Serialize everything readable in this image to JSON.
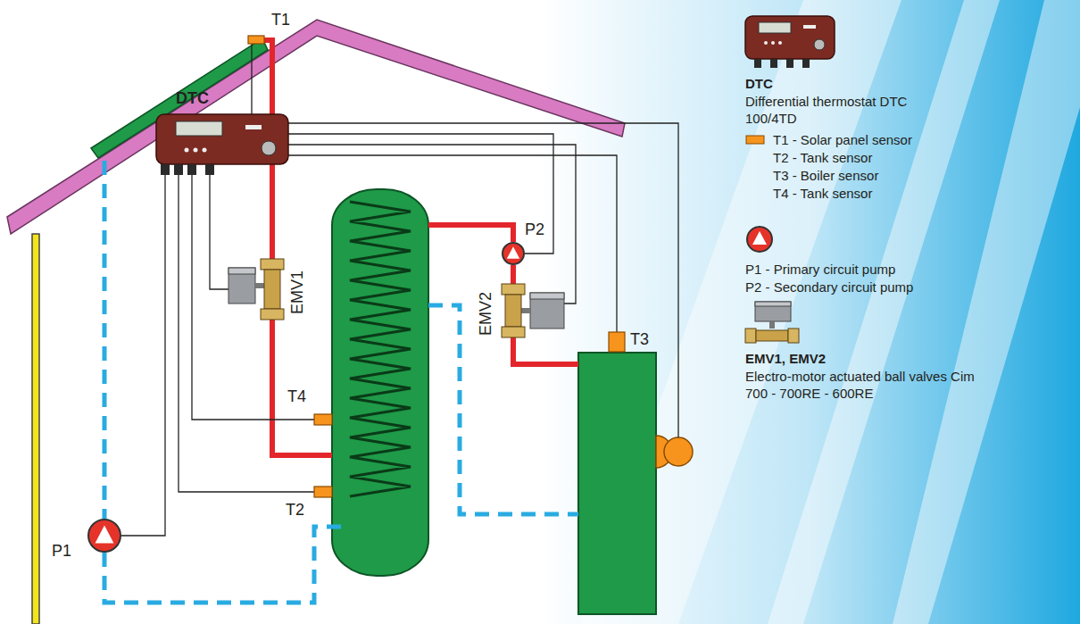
{
  "diagram": {
    "nodes": [
      {
        "text": [
          "DTC"
        ]
      },
      {
        "text": [
          "T1"
        ]
      },
      {
        "text": [
          "EMV1"
        ]
      },
      {
        "text": [
          "T4"
        ]
      },
      {
        "text": [
          "T2"
        ]
      },
      {
        "text": [
          "P1"
        ]
      },
      {
        "text": [
          "P2"
        ]
      },
      {
        "text": [
          "EMV2"
        ]
      },
      {
        "text": [
          "T3"
        ]
      }
    ],
    "edges": [
      {
        "from": 0,
        "to": 1,
        "arrow": "none"
      },
      {
        "from": 0,
        "to": 2,
        "arrow": "none"
      },
      {
        "from": 0,
        "to": 3,
        "arrow": "none"
      },
      {
        "from": 0,
        "to": 4,
        "arrow": "none"
      },
      {
        "from": 0,
        "to": 5,
        "arrow": "none"
      },
      {
        "from": 0,
        "to": 6,
        "arrow": "none"
      },
      {
        "from": 0,
        "to": 7,
        "arrow": "none"
      },
      {
        "from": 0,
        "to": 8,
        "arrow": "none"
      }
    ],
    "legend": [
      {
        "text": "DTC"
      },
      {
        "text": "Differential thermostat DTC 100/4TD"
      },
      {
        "text": "T1 - Solar panel sensor"
      },
      {
        "text": "T2 - Tank sensor"
      },
      {
        "text": "T3 - Boiler sensor"
      },
      {
        "text": "T4 - Tank sensor"
      },
      {
        "text": "P1 - Primary circuit pump"
      },
      {
        "text": "P2 - Secondary circuit pump"
      },
      {
        "text": "EMV1, EMV2"
      },
      {
        "text": "Electro-motor actuated ball valves Cim 700 - 700RE - 600RE"
      }
    ]
  }
}
